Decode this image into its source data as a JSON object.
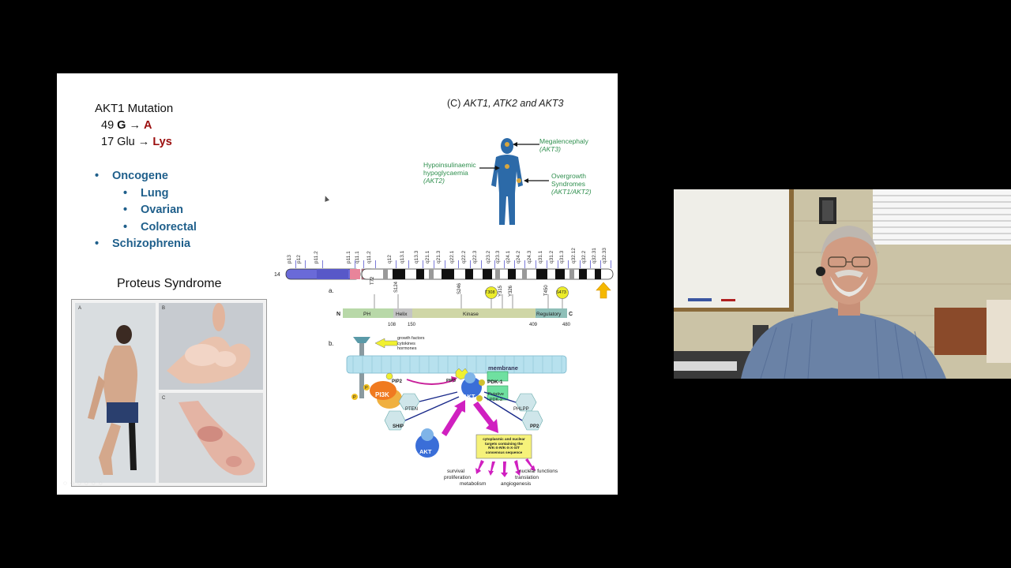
{
  "slide": {
    "mutation_title": "AKT1 Mutation",
    "line1_num": "49",
    "line1_from": "G",
    "line1_to": "A",
    "line2_num": "17",
    "line2_from": "Glu",
    "line2_to": "Lys",
    "arrow_glyph": "→",
    "bullets": {
      "oncogene": "Oncogene",
      "lung": "Lung",
      "ovarian": "Ovarian",
      "colorectal": "Colorectal",
      "schizophrenia": "Schizophrenia"
    },
    "proteus_title": "Proteus Syndrome",
    "photo_letters": [
      "A",
      "B",
      "C"
    ],
    "figure_caption_prefix": "(C) ",
    "figure_caption": "AKT1, ATK2 and AKT3",
    "body_labels": {
      "megalencephaly": "Megalencephaly",
      "megalencephaly_gene": "(AKT3)",
      "hypo1": "Hypoinsulinaemic",
      "hypo2": "hypoglycaemia",
      "hypo_gene": "(AKT2)",
      "overgrowth1": "Overgrowth",
      "overgrowth2": "Syndromes",
      "overgrowth_gene": "(AKT1/AKT2)"
    },
    "chromosome": {
      "number": "14",
      "bands": [
        "p13",
        "p12",
        "p11.2",
        "p11.1",
        "q11.1",
        "q11.2",
        "q12",
        "q13.1",
        "q13.3",
        "q21.1",
        "q21.3",
        "q22.1",
        "q22.2",
        "q22.3",
        "q23.2",
        "q23.3",
        "q24.1",
        "q24.2",
        "q24.3",
        "q31.1",
        "q31.2",
        "q31.3",
        "q32.12",
        "q32.2",
        "q32.31",
        "q32.33"
      ]
    },
    "domains": {
      "panel_a": "a.",
      "panel_b": "b.",
      "n_term": "N",
      "c_term": "C",
      "ph": "PH",
      "helix": "Helix",
      "kinase": "Kinase",
      "regulatory": "Regulatory",
      "sites": [
        "T72",
        "S124",
        "S246",
        "T308",
        "Y315",
        "Y326",
        "T450",
        "S473"
      ],
      "positions": [
        "108",
        "150",
        "409",
        "480"
      ]
    },
    "pathway": {
      "signals1": "growth factors",
      "signals2": "cytokines",
      "signals3": "hormones",
      "membrane": "membrane",
      "pip2": "PIP2",
      "pip3": "PIP3",
      "pi3k": "PI3K",
      "pdk1": "PDK-1",
      "pdk2a": "Putative",
      "pdk2b": "PDK-2",
      "akt": "AKT",
      "pten": "PTEN",
      "ship": "SHIP",
      "phlpp": "PHLPP",
      "pp2": "PP2",
      "p": "P",
      "targets1": "cytoplasmic and nuclear",
      "targets2": "targets containing the",
      "targets3": "R/K-X-R/K-X-X-S/T",
      "targets4": "consensus sequence",
      "out_survival": "survival",
      "out_proliferation": "proliferation",
      "out_metabolism": "metabolism",
      "out_angiogenesis": "angiogenesis",
      "out_translation": "translation",
      "out_nuclear": "nuclear functions"
    }
  },
  "colors": {
    "background": "#000000",
    "bullet_blue": "#1f5f8b",
    "mutation_red": "#9b0e0e",
    "label_green": "#2f8f4e",
    "figure_blue": "#2c6aa8"
  }
}
